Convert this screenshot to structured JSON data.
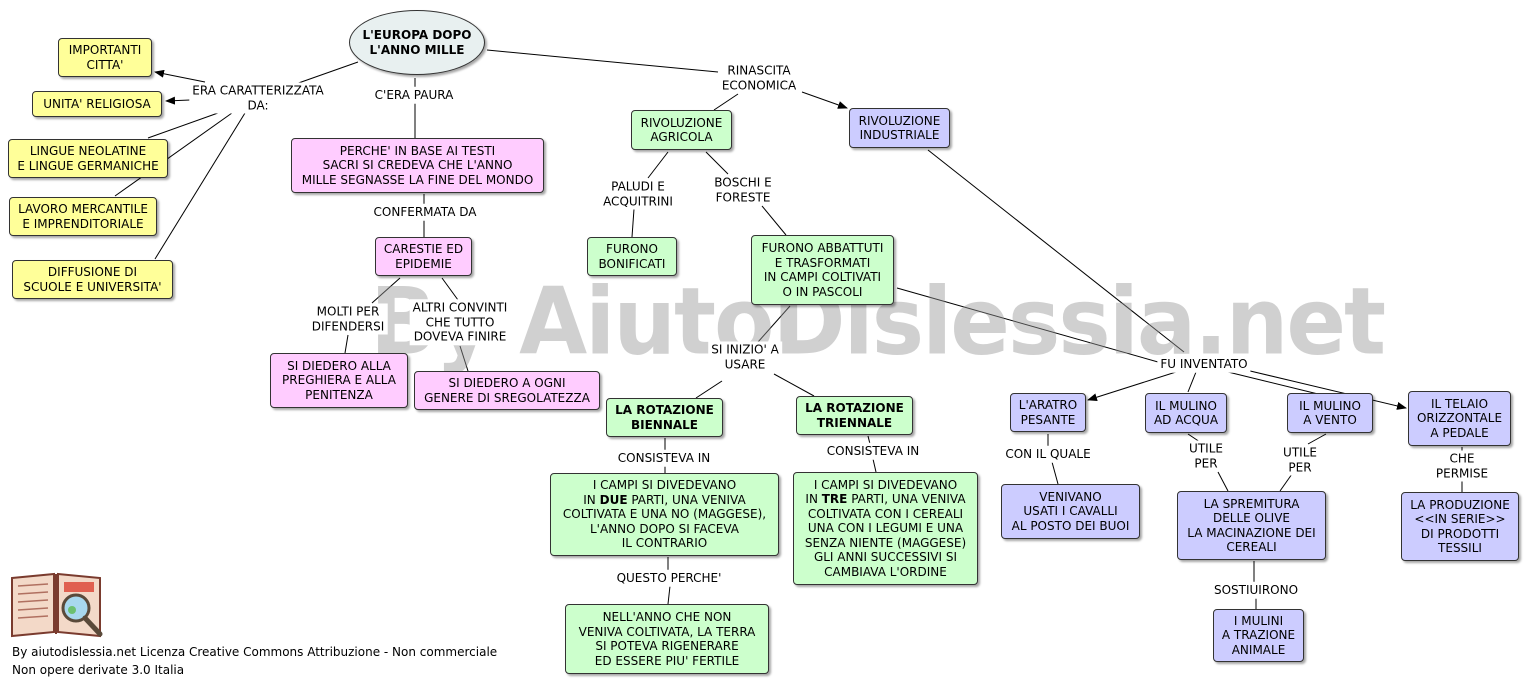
{
  "root": {
    "text": "L'EUROPA DOPO\nL'ANNO MILLE"
  },
  "left": {
    "label_caratterizzata": "ERA CARATTERIZZATA\nDA:",
    "citta": "IMPORTANTI\nCITTA'",
    "religiosa": "UNITA' RELIGIOSA",
    "lingue": "LINGUE NEOLATINE\nE LINGUE GERMANICHE",
    "lavoro": "LAVORO MERCANTILE\nE IMPRENDITORIALE",
    "scuole": "DIFFUSIONE DI\nSCUOLE E UNIVERSITA'"
  },
  "paura": {
    "label_paura": "C'ERA PAURA",
    "testi": "PERCHE' IN BASE AI TESTI\nSACRI SI CREDEVA CHE L'ANNO\nMILLE SEGNASSE LA FINE DEL MONDO",
    "label_confermata": "CONFERMATA DA",
    "carestie": "CARESTIE ED\nEPIDEMIE",
    "label_molti": "MOLTI PER\nDIFENDERSI",
    "label_altri": "ALTRI CONVINTI\nCHE TUTTO\nDOVEVA FINIRE",
    "preghiera": "SI DIEDERO ALLA\nPREGHIERA E ALLA\nPENITENZA",
    "sregolatezza": "SI DIEDERO A OGNI\nGENERE DI SREGOLATEZZA"
  },
  "agricola": {
    "label_rinascita": "RINASCITA\nECONOMICA",
    "rivoluzione_agricola": "RIVOLUZIONE\nAGRICOLA",
    "label_paludi": "PALUDI E\nACQUITRINI",
    "label_boschi": "BOSCHI E\nFORESTE",
    "bonificati": "FURONO\nBONIFICATI",
    "abbattuti": "FURONO ABBATTUTI\nE TRASFORMATI\nIN CAMPI COLTIVATI\nO IN PASCOLI",
    "label_inizio": "SI INIZIO' A\nUSARE",
    "biennale": "LA ROTAZIONE\nBIENNALE",
    "triennale": "LA ROTAZIONE\nTRIENNALE",
    "label_consisteva_1": "CONSISTEVA IN",
    "label_consisteva_2": "CONSISTEVA IN",
    "due_pre": "I CAMPI SI DIVEDEVANO\nIN ",
    "due_bold": "DUE",
    "due_post": " PARTI, UNA VENIVA\nCOLTIVATA E UNA NO (MAGGESE),\nL'ANNO DOPO SI FACEVA\nIL CONTRARIO",
    "tre_pre": "I CAMPI SI DIVEDEVANO\nIN ",
    "tre_bold": "TRE",
    "tre_post": " PARTI, UNA VENIVA\nCOLTIVATA CON I CEREALI\nUNA CON I LEGUMI E UNA\nSENZA NIENTE (MAGGESE)\nGLI ANNI SUCCESSIVI SI\nCAMBIAVA L'ORDINE",
    "label_questo": "QUESTO PERCHE'",
    "fertile": "NELL'ANNO CHE NON\nVENIVA COLTIVATA, LA TERRA\nSI POTEVA RIGENERARE\nED ESSERE PIU' FERTILE"
  },
  "industriale": {
    "rivoluzione_industriale": "RIVOLUZIONE\nINDUSTRIALE",
    "label_inventato": "FU INVENTATO",
    "aratro": "L'ARATRO\nPESANTE",
    "acqua": "IL MULINO\nAD ACQUA",
    "vento": "IL MULINO\nA VENTO",
    "telaio": "IL TELAIO\nORIZZONTALE\nA PEDALE",
    "label_quale": "CON IL QUALE",
    "label_utile_1": "UTILE\nPER",
    "label_utile_2": "UTILE\nPER",
    "label_permise": "CHE PERMISE",
    "cavalli": "VENIVANO\nUSATI I CAVALLI\nAL POSTO DEI BUOI",
    "spremitura": "LA SPREMITURA\nDELLE OLIVE\nLA MACINAZIONE DEI\nCEREALI",
    "serie": "LA PRODUZIONE\n<<IN SERIE>>\nDI PRODOTTI\nTESSILI",
    "label_sostituirono": "SOSTIUIRONO",
    "trazione": "I MULINI\nA TRAZIONE\nANIMALE"
  },
  "watermark": "By AiutoDislessia.net",
  "credit": "By aiutodislessia.net Licenza Creative Commons Attribuzione - Non commerciale\nNon opere derivate 3.0 Italia",
  "colors": {
    "yellow": "#ffff99",
    "pink": "#ffccff",
    "green": "#ccffcc",
    "violet": "#ccccff"
  }
}
